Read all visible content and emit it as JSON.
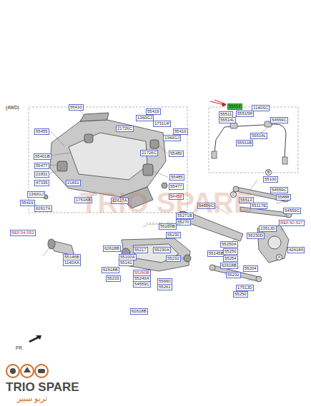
{
  "diagram": {
    "labels": [
      "(4WD)",
      "55410",
      "55419",
      "1360GJ",
      "1731UF",
      "55455",
      "21726C",
      "55419",
      "1360GJ",
      "21726C",
      "55480",
      "55401B",
      "55477",
      "21831",
      "47335",
      "21831",
      "55485",
      "55477",
      "1360GJ",
      "54456",
      "55419",
      "1751KB",
      "62617A",
      "62617A",
      "REF.54-553",
      "55146B",
      "1140AA",
      "55220B",
      "55271B",
      "55270",
      "54559C",
      "55230",
      "55217",
      "55230A",
      "62618B",
      "55100A",
      "55141",
      "55232",
      "62618B",
      "55233",
      "55260B",
      "55240A",
      "54559C",
      "55660",
      "55261",
      "55145B",
      "62618B",
      "1140SC",
      "55513",
      "55511",
      "55515R",
      "55514L",
      "54559C",
      "55514L",
      "55511B",
      "B",
      "55100",
      "C",
      "55513",
      "54559C",
      "55888",
      "55117E",
      "54559C",
      "1351JD",
      "REF.50-527",
      "55230D",
      "55250A",
      "55250",
      "55254",
      "55204",
      "A",
      "426180",
      "62618B",
      "55232",
      "1751JD",
      "55250",
      "FR.",
      "TRIO SPARE",
      "تريو سبير",
      "TRIO SPARE",
      "تريو سبير"
    ]
  }
}
